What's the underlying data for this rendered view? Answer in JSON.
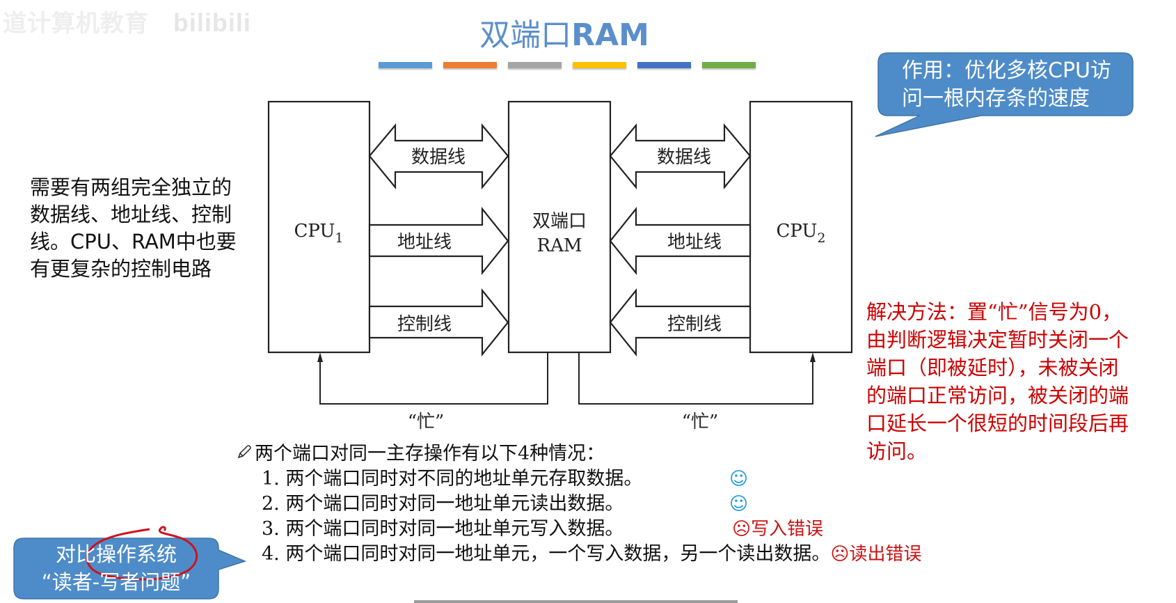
{
  "watermark": {
    "text": "道计算机教育",
    "logo": "bilibili"
  },
  "title": {
    "cn": "双端口",
    "en": "RAM"
  },
  "accent_bars": [
    "#5B9BD5",
    "#ED7D31",
    "#A5A5A5",
    "#FFC000",
    "#4472C4",
    "#70AD47"
  ],
  "left_note": "需要有两组完全独立的数据线、地址线、控制线。CPU、RAM中也要有更复杂的控制电路",
  "top_callout": {
    "line1": "作用：优化多核CPU访",
    "line2": "问一根内存条的速度",
    "color": "#4E8CC9"
  },
  "diagram": {
    "cpu1": {
      "name": "CPU",
      "sub": "1"
    },
    "cpu2": {
      "name": "CPU",
      "sub": "2"
    },
    "ram": {
      "line1": "双端口",
      "line2": "RAM"
    },
    "left_buses": {
      "data": "数据线",
      "address": "地址线",
      "control": "控制线"
    },
    "right_buses": {
      "data": "数据线",
      "address": "地址线",
      "control": "控制线"
    },
    "busy_left": "“忙”",
    "busy_right": "“忙”"
  },
  "red_note": {
    "lines": [
      "解决方法：置“忙”信号为0，",
      "由判断逻辑决定暂时关闭一个",
      "端口（即被延时），未被关闭",
      "的端口正常访问，被关闭的端",
      "口延长一个很短的时间段后再",
      "访问。"
    ],
    "color": "#CC0000"
  },
  "cases": {
    "heading": "两个端口对同一主存操作有以下4种情况：",
    "items": [
      {
        "text": "1. 两个端口同时对不同的地址单元存取数据。",
        "mark": "☺",
        "result": ""
      },
      {
        "text": "2. 两个端口同时对同一地址单元读出数据。",
        "mark": "☺",
        "result": ""
      },
      {
        "text": "3. 两个端口同时对同一地址单元写入数据。",
        "mark": "☹",
        "result": "写入错误"
      },
      {
        "text": "4. 两个端口同时对同一地址单元，一个写入数据，另一个读出数据。",
        "mark": "☹",
        "result": "读出错误"
      }
    ]
  },
  "bottom_callout": {
    "line1": "对比操作系统",
    "line2": "“读者-写者问题”",
    "color": "#4E8CC9"
  },
  "progress": {
    "fraction": 1.0
  }
}
